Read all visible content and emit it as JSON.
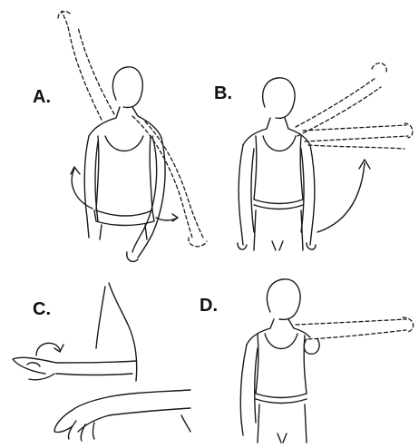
{
  "panels": [
    {
      "id": "a",
      "label": "A."
    },
    {
      "id": "b",
      "label": "B."
    },
    {
      "id": "c",
      "label": "C."
    },
    {
      "id": "d",
      "label": "D."
    }
  ],
  "colors": {
    "ink": "#1a1a1a",
    "background": "#ffffff"
  }
}
